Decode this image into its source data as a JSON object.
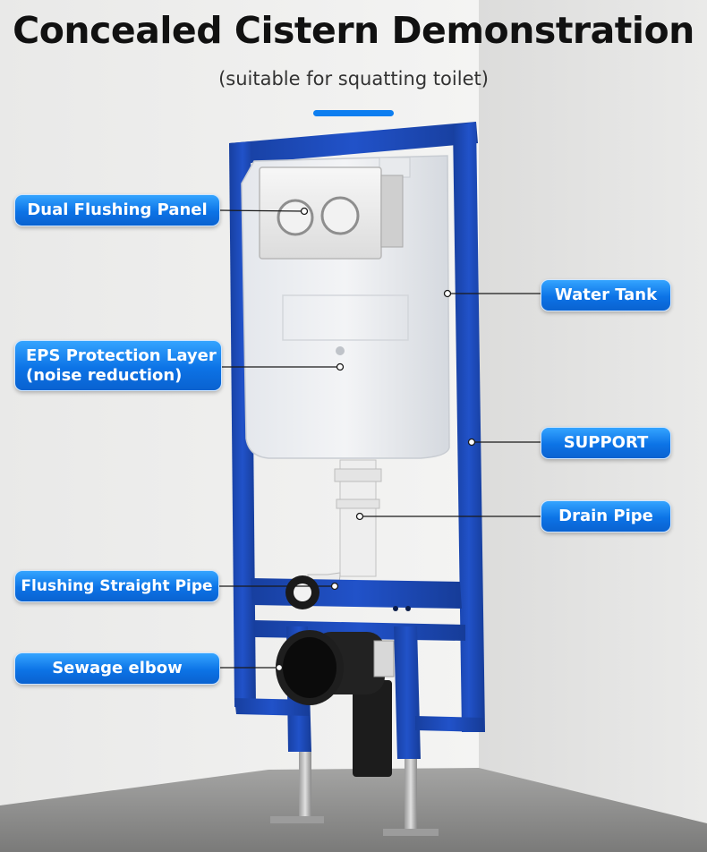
{
  "title": "Concealed Cistern Demonstration",
  "subtitle": "(suitable for squatting toilet)",
  "colors": {
    "accent": "#0d7ef0",
    "frame_blue": "#1d49b8",
    "label_blue": "#0c73e6",
    "wall": "#ededec",
    "floor": "#8d8d8d"
  },
  "callouts": {
    "dual_flushing_panel": "Dual Flushing Panel",
    "water_tank": "Water Tank",
    "eps_line1": "EPS Protection Layer",
    "eps_line2": "(noise reduction)",
    "support": "SUPPORT",
    "drain_pipe": "Drain Pipe",
    "flushing_straight_pipe": "Flushing Straight Pipe",
    "sewage_elbow": "Sewage elbow"
  }
}
